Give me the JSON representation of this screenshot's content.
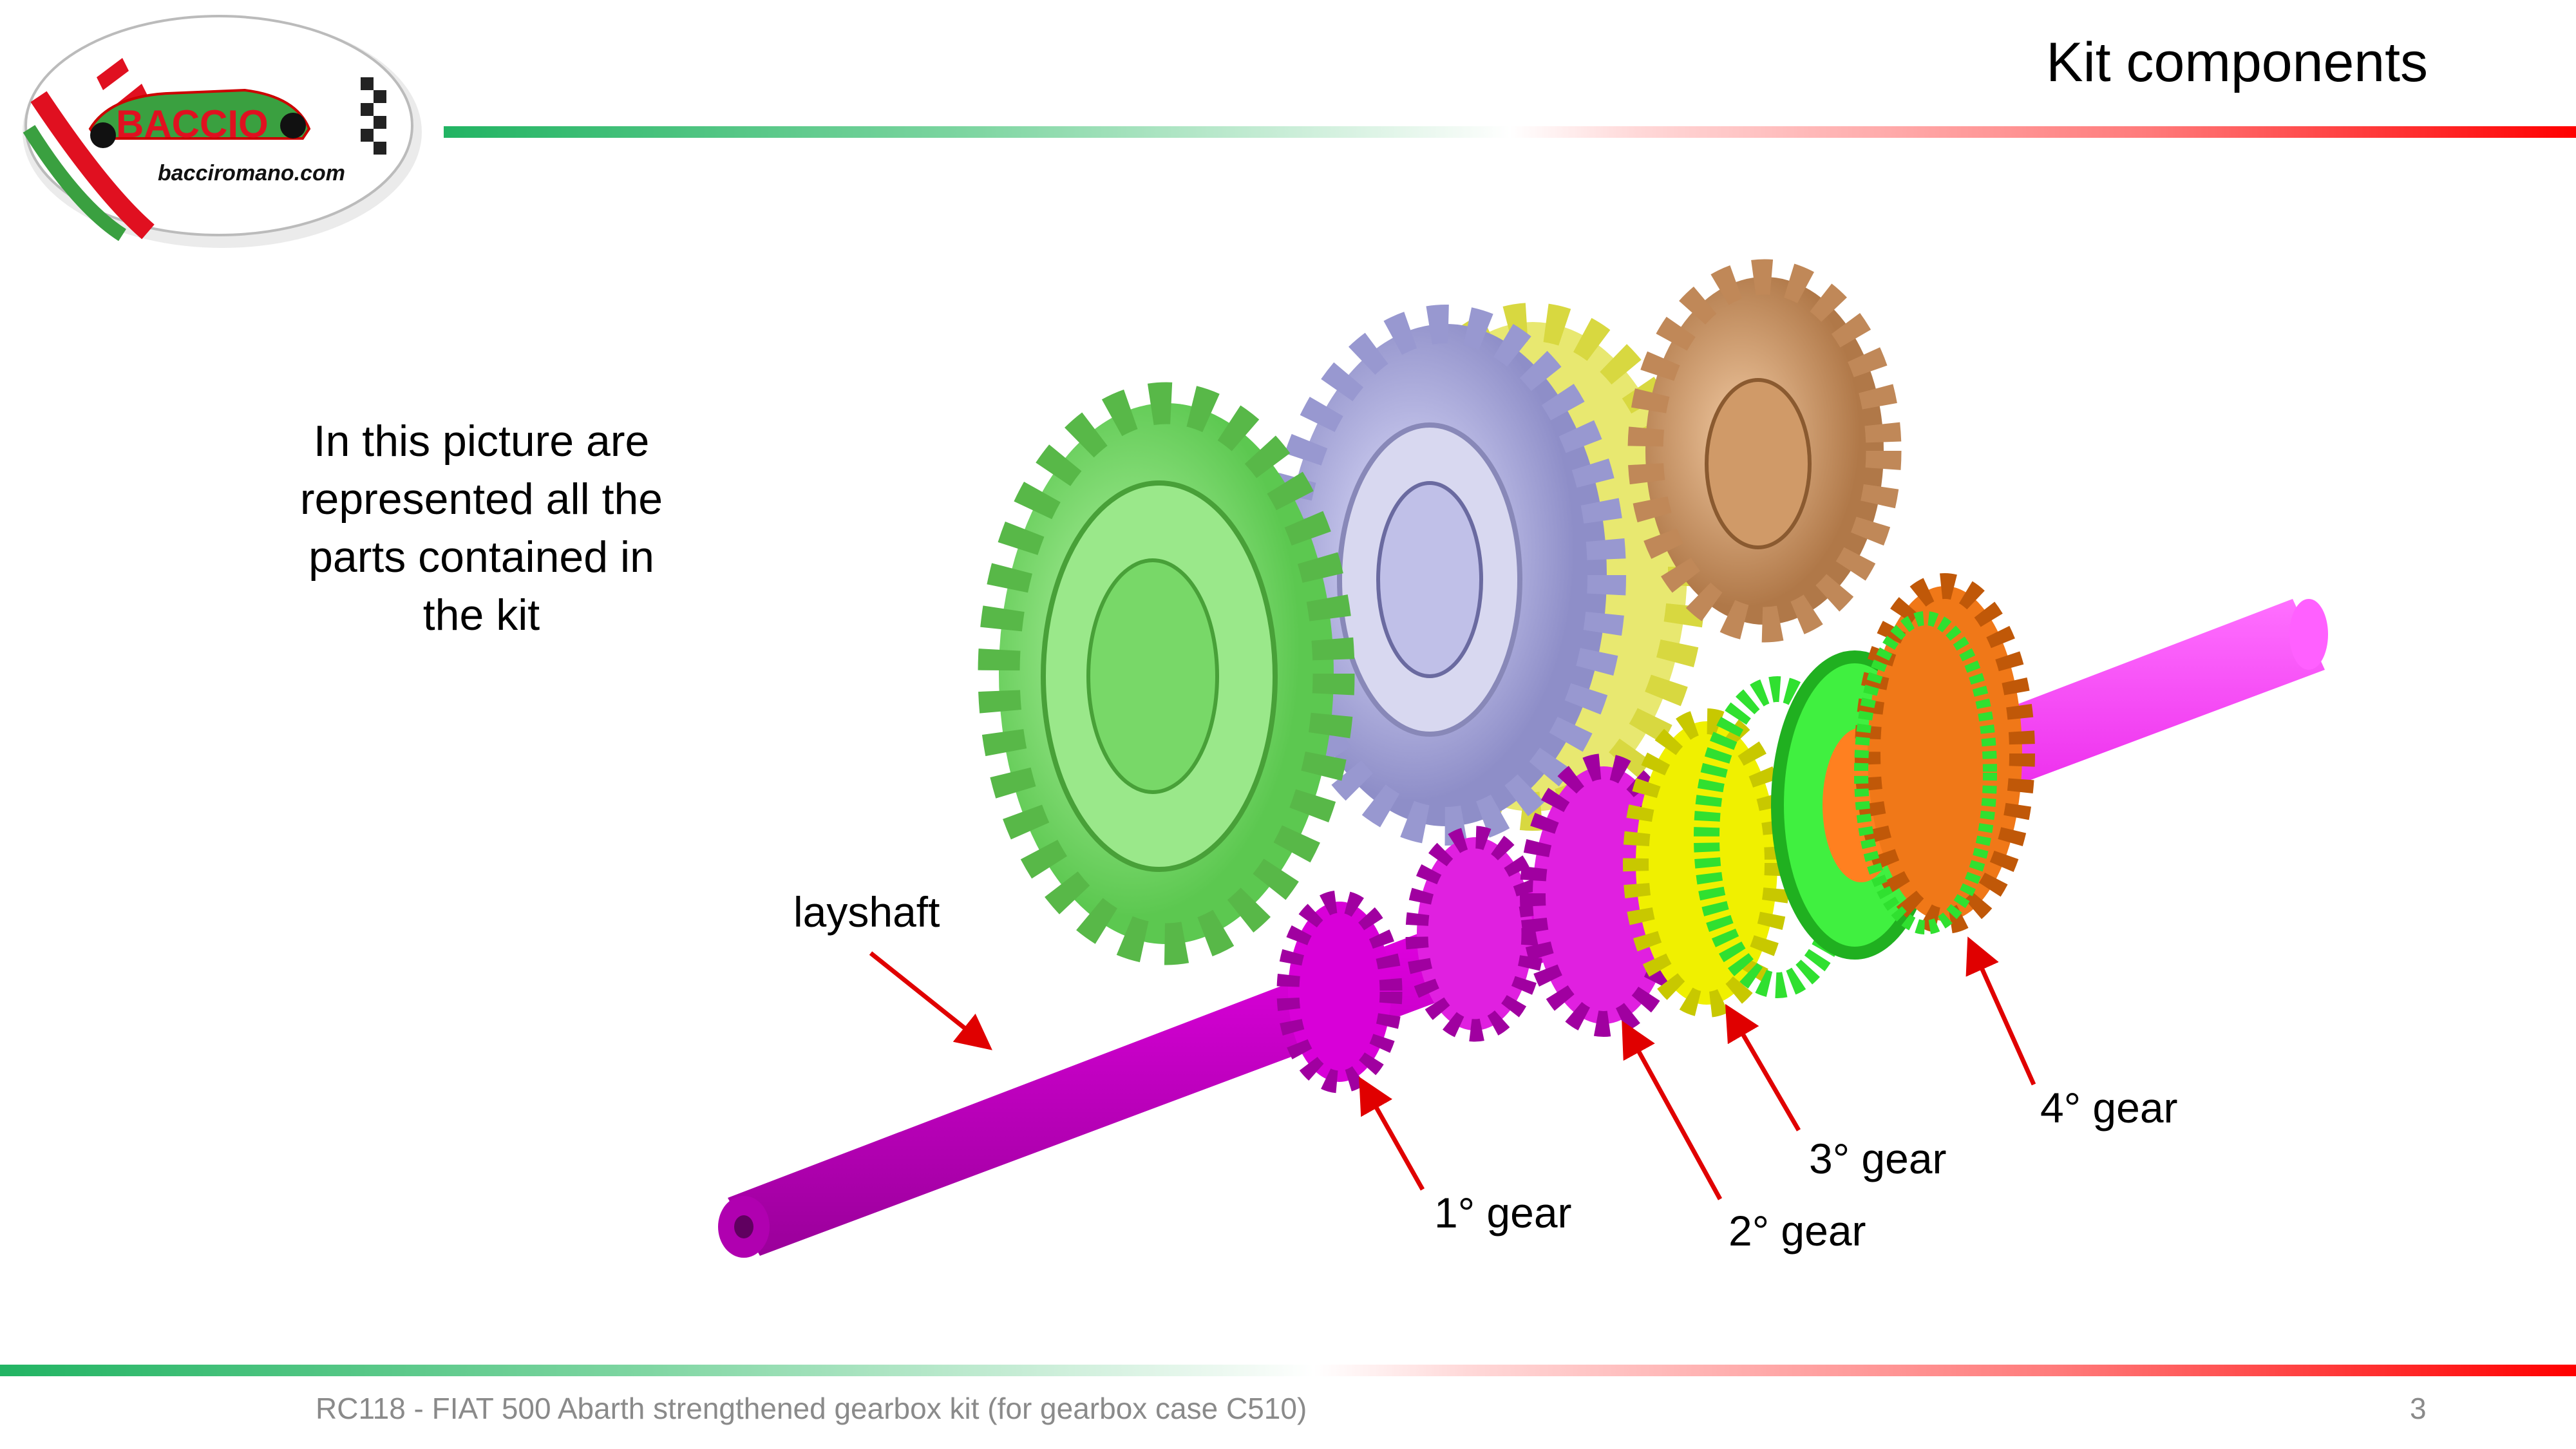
{
  "header": {
    "title": "Kit components"
  },
  "logo": {
    "text": "BACCIO",
    "url_text": "bacciromano.com"
  },
  "intro": {
    "lines": [
      "In this picture are",
      "represented all the",
      "parts contained in",
      "the kit"
    ]
  },
  "labels": {
    "layshaft": "layshaft",
    "gear1": "1° gear",
    "gear2": "2° gear",
    "gear3": "3° gear",
    "gear4": "4° gear"
  },
  "footer": {
    "text": "RC118 - FIAT 500 Abarth strengthened gearbox kit (for gearbox case C510)",
    "page_number": "3"
  },
  "colors": {
    "green": "#22b463",
    "red": "#ff0000",
    "shaft": "#e000e0",
    "arrow": "#e00000"
  }
}
